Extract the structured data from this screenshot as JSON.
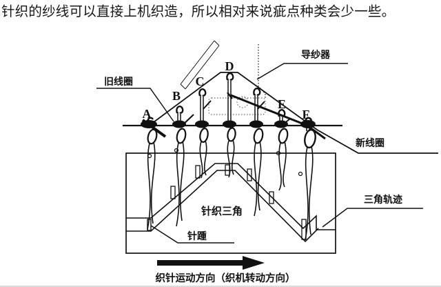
{
  "intro": {
    "text": "针织的纱线可以直接上机织造，所以相对来说疵点种类会少一些。"
  },
  "diagram": {
    "labels": {
      "yarn_guide": "导纱器",
      "old_loop": "旧线圈",
      "new_loop": "新线圈",
      "cam_track": "三角轨迹",
      "knitting_cam": "针织三角",
      "needle_butt": "针踵",
      "direction_caption": "织针运动方向（织机转动方向）"
    },
    "needle_labels": [
      "A",
      "B",
      "C",
      "D",
      "E",
      "F"
    ],
    "colors": {
      "ink": "#111111",
      "faint_guide": "#999999",
      "page_divider": "#d8dce0"
    }
  }
}
